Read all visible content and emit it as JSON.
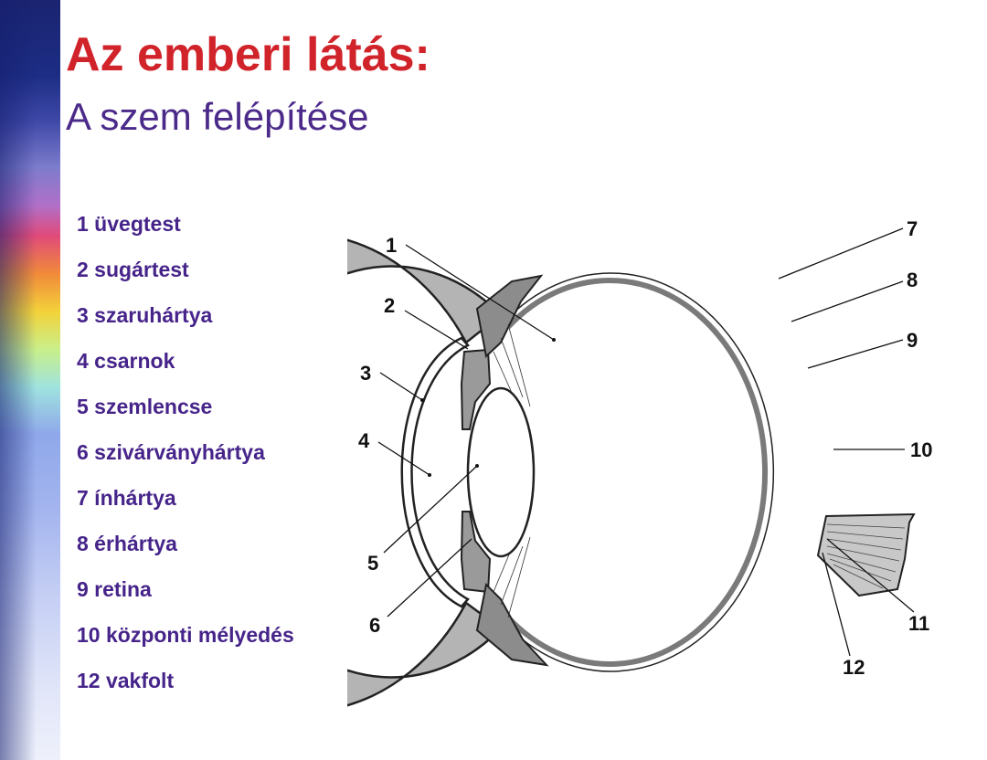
{
  "title": "Az emberi látás:",
  "subtitle": "A szem felépítése",
  "legend": [
    "1 üvegtest",
    "2 sugártest",
    "3 szaruhártya",
    "4 csarnok",
    "5 szemlencse",
    "6 szivárványhártya",
    "7 ínhártya",
    "8 érhártya",
    "9 retina",
    "10 központi mélyedés",
    "12 vakfolt"
  ],
  "diagram": {
    "callouts": [
      "1",
      "2",
      "3",
      "4",
      "5",
      "6",
      "7",
      "8",
      "9",
      "10",
      "11",
      "12"
    ]
  },
  "colors": {
    "title": "#d1232a",
    "subtitle": "#4b2a8a",
    "legend_text": "#46248a",
    "tissue_gray": "#b4b4b4"
  }
}
